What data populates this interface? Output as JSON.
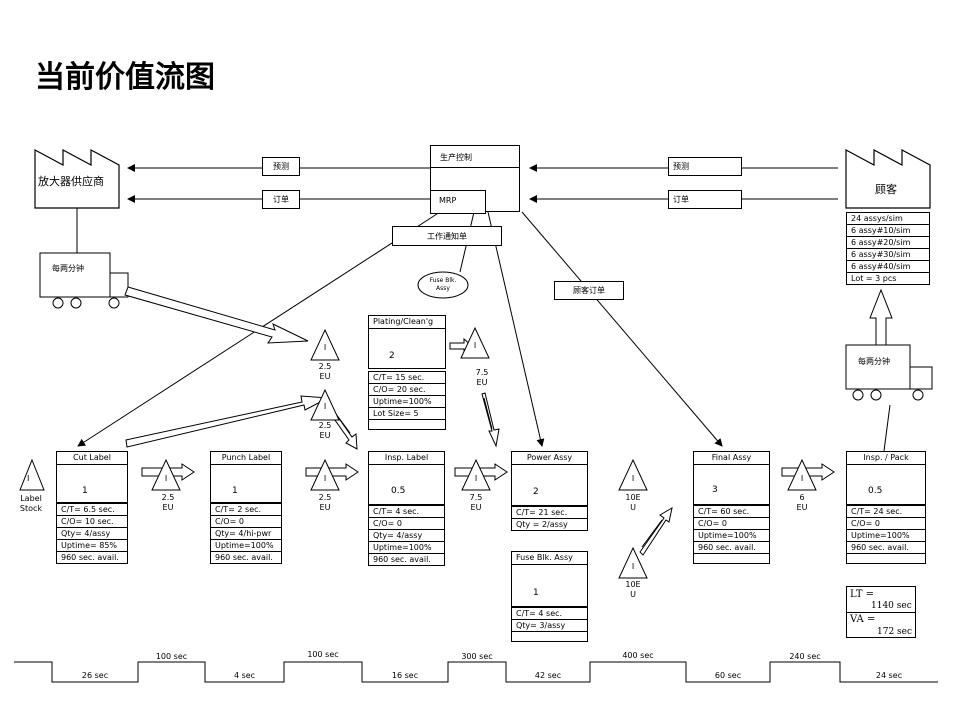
{
  "title": "当前价值流图",
  "supplier": {
    "name": "放大器供应商",
    "truck": "每两分钟"
  },
  "customer": {
    "name": "顾客",
    "truck": "每两分钟",
    "demand": [
      "24 assys/sim",
      "6 assy#10/sim",
      "6 assy#20/sim",
      "6 assy#30/sim",
      "6 assy#40/sim",
      "Lot = 3 pcs"
    ]
  },
  "control": {
    "name": "生产控制",
    "system": "MRP"
  },
  "info": {
    "forecast_left": "预测",
    "order_left": "订单",
    "forecast_right": "预测",
    "order_right": "订单",
    "work_order": "工作通知单",
    "customer_order": "顾客订单",
    "fuse_bubble": "Fuse Blk. Assy"
  },
  "label_stock": {
    "mark": "I",
    "text1": "Label",
    "text2": "Stock"
  },
  "processes": [
    {
      "name": "Cut Label",
      "ops": "1",
      "data": [
        "C/T=   6.5 sec.",
        "C/O=  10 sec.",
        "Qty=   4/assy",
        "Uptime=  85%",
        "960 sec. avail."
      ]
    },
    {
      "name": "Punch Label",
      "ops": "1",
      "data": [
        "C/T=   2 sec.",
        "C/O=  0",
        "Qty=   4/hi-pwr",
        "Uptime=100%",
        "960 sec. avail."
      ]
    },
    {
      "name": "Insp. Label",
      "ops": "0.5",
      "data": [
        "C/T=   4 sec.",
        "C/O=   0",
        "Qty=   4/assy",
        "Uptime=100%",
        "960 sec. avail."
      ]
    },
    {
      "name": "Power Assy",
      "ops": "2",
      "data": [
        "C/T=   21 sec.",
        "Qty =  2/assy"
      ]
    },
    {
      "name": "Final Assy",
      "ops": "3",
      "data": [
        "C/T=   60 sec.",
        "C/O=   0",
        "Uptime=100%",
        "960 sec. avail."
      ]
    },
    {
      "name": "Insp. / Pack",
      "ops": "0.5",
      "data": [
        "C/T=   24 sec.",
        "C/O=   0",
        "Uptime=100%",
        "960 sec. avail."
      ]
    }
  ],
  "plating": {
    "name": "Plating/Clean'g",
    "ops": "2",
    "data": [
      "C/T=   15 sec.",
      "C/O=  20 sec.",
      "Uptime=100%",
      "Lot Size=  5"
    ]
  },
  "fuse": {
    "name": "Fuse Blk. Assy",
    "ops": "1",
    "data": [
      "C/T=   4 sec.",
      "Qty=   3/assy"
    ]
  },
  "inventory": [
    {
      "mark": "I",
      "value": "2.5",
      "unit": "EU"
    },
    {
      "mark": "I",
      "value": "2.5",
      "unit": "EU"
    },
    {
      "mark": "I",
      "value": "2.5",
      "unit": "EU"
    },
    {
      "mark": "I",
      "value": "2.5",
      "unit": "EU"
    },
    {
      "mark": "I",
      "value": "7.5",
      "unit": "EU"
    },
    {
      "mark": "I",
      "value": "7.5",
      "unit": "EU"
    },
    {
      "mark": "I",
      "value": "10E",
      "unit": "U"
    },
    {
      "mark": "I",
      "value": "10E",
      "unit": "U"
    },
    {
      "mark": "I",
      "value": "6",
      "unit": "EU"
    }
  ],
  "timeline": {
    "wait": [
      "100 sec",
      "100 sec",
      "300 sec",
      "400 sec",
      "240 sec"
    ],
    "va": [
      "26 sec",
      "4 sec",
      "16 sec",
      "42 sec",
      "60 sec",
      "24 sec"
    ]
  },
  "summary": {
    "lt_label": "LT =",
    "lt_value": "1140 sec",
    "va_label": "VA =",
    "va_value": "172 sec"
  }
}
